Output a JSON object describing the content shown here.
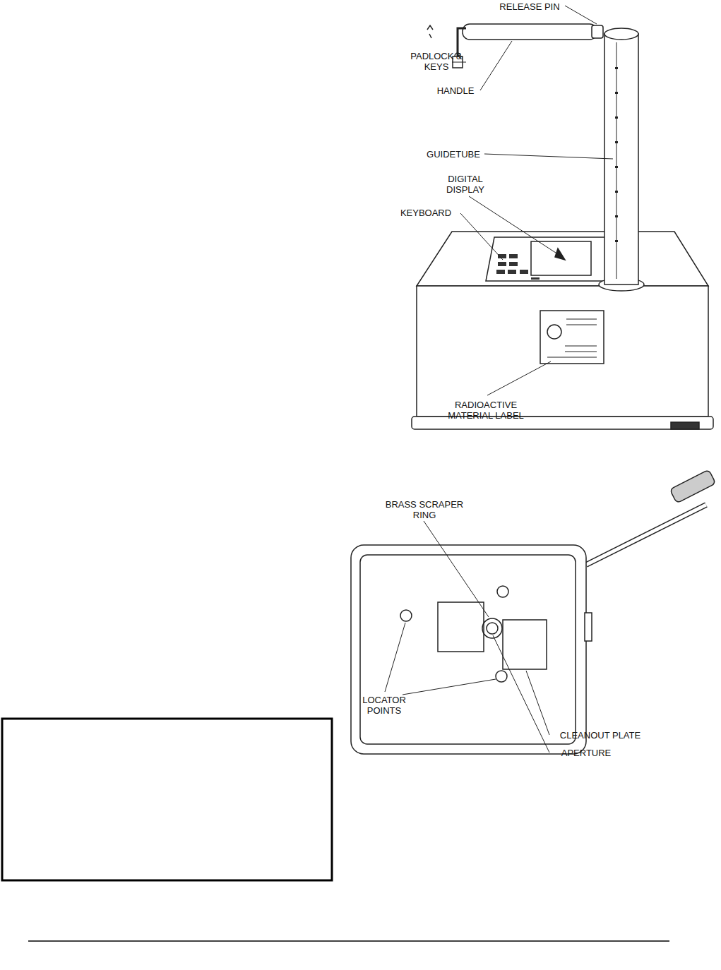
{
  "diagram": {
    "labels": [
      "RELEASE PIN",
      "PADLOCK & KEYS",
      "HANDLE",
      "GUIDETUBE",
      "DIGITAL DISPLAY",
      "KEYBOARD",
      "RADIOACTIVE MATERIAL LABEL",
      "BRASS SCRAPER RING",
      "LOCATOR POINTS",
      "CLEANOUT PLATE",
      "APERTURE"
    ]
  }
}
